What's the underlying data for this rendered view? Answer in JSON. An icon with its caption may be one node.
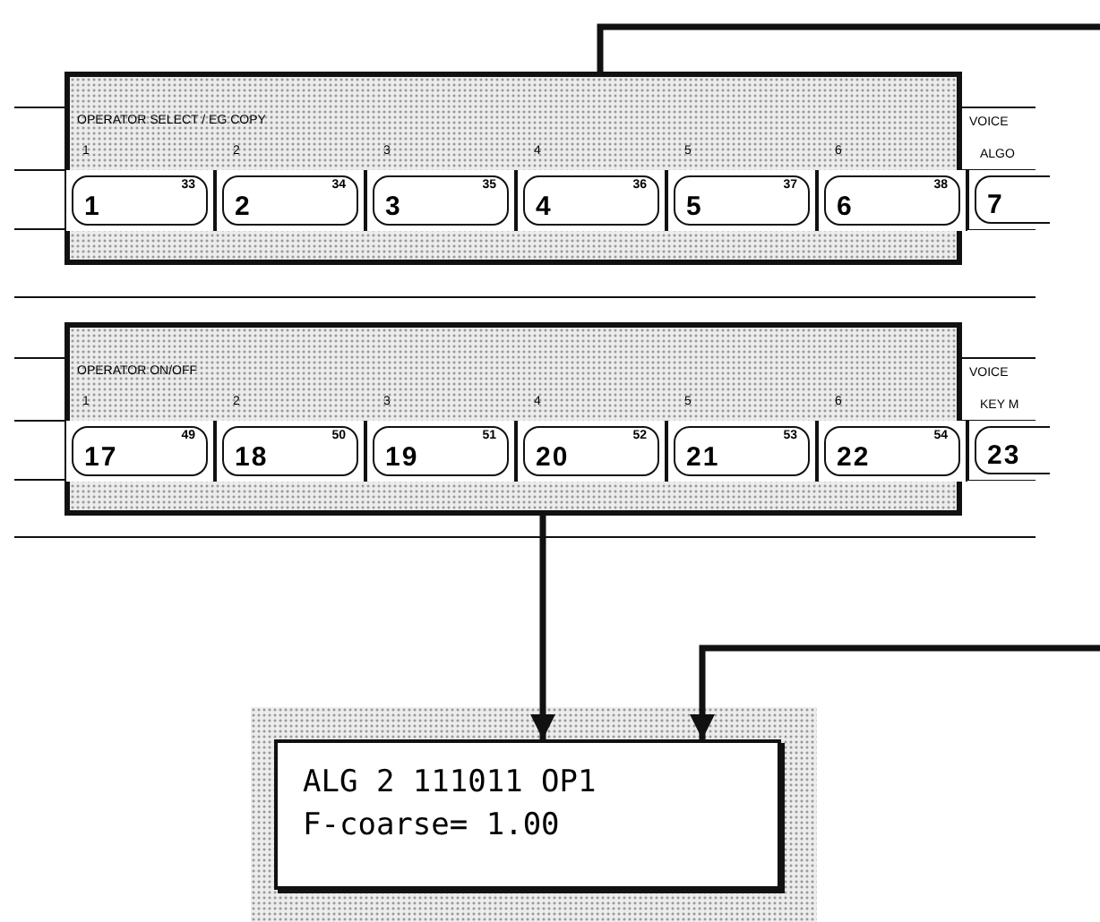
{
  "diagram": {
    "nodes": [
      {
        "text": [
          "OPERATOR SELECT / EG COPY"
        ]
      },
      {
        "text": [
          "1",
          "33"
        ],
        "in": 0,
        "beside": [
          "1"
        ]
      },
      {
        "text": [
          "2",
          "34"
        ],
        "in": 0,
        "beside": [
          "2"
        ]
      },
      {
        "text": [
          "3",
          "35"
        ],
        "in": 0,
        "beside": [
          "3"
        ]
      },
      {
        "text": [
          "4",
          "36"
        ],
        "in": 0,
        "beside": [
          "4"
        ]
      },
      {
        "text": [
          "5",
          "37"
        ],
        "in": 0,
        "beside": [
          "5"
        ]
      },
      {
        "text": [
          "6",
          "38"
        ],
        "in": 0,
        "beside": [
          "6"
        ]
      },
      {
        "text": [
          "7"
        ]
      },
      {
        "text": [
          "OPERATOR ON/OFF"
        ]
      },
      {
        "text": [
          "17",
          "49"
        ],
        "in": 8,
        "beside": [
          "1"
        ]
      },
      {
        "text": [
          "18",
          "50"
        ],
        "in": 8,
        "beside": [
          "2"
        ]
      },
      {
        "text": [
          "19",
          "51"
        ],
        "in": 8,
        "beside": [
          "3"
        ]
      },
      {
        "text": [
          "20",
          "52"
        ],
        "in": 8,
        "beside": [
          "4"
        ]
      },
      {
        "text": [
          "21",
          "53"
        ],
        "in": 8,
        "beside": [
          "5"
        ]
      },
      {
        "text": [
          "22",
          "54"
        ],
        "in": 8,
        "beside": [
          "6"
        ]
      },
      {
        "text": [
          "23"
        ]
      },
      {
        "text": [
          "ALG 2 111011 OP1",
          "F-coarse= 1.00"
        ]
      }
    ],
    "edges": [
      {
        "from": 0,
        "to": null,
        "arrow": "none"
      },
      {
        "from": 8,
        "to": 16,
        "arrow": "to"
      },
      {
        "from": null,
        "to": 16,
        "arrow": "to"
      }
    ],
    "labels": [
      "VOICE",
      "ALGO",
      "VOICE",
      "KEY M"
    ]
  }
}
